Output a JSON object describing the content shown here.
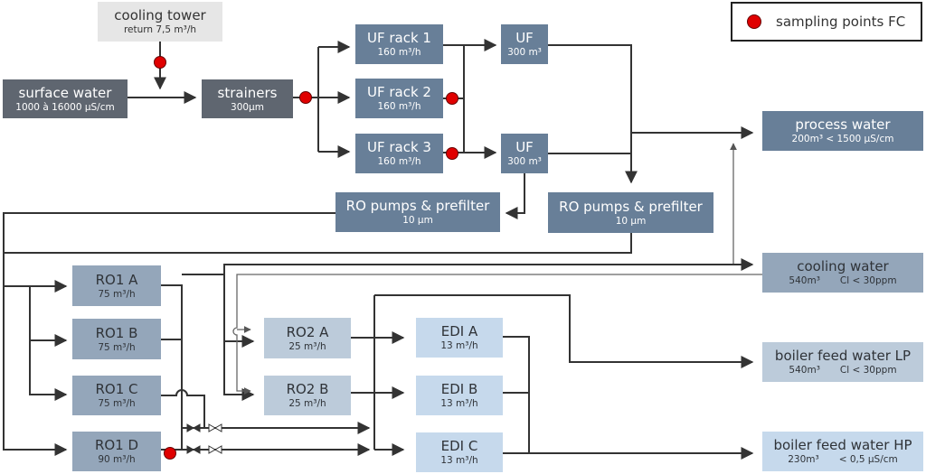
{
  "legend": {
    "label": "sampling points FC",
    "marker_color": "#e00000"
  },
  "colors": {
    "line": "#333333",
    "sample_point": "#e00000"
  },
  "nodes": {
    "cooling_tower": {
      "title": "cooling tower",
      "sub": "return 7,5 m³/h"
    },
    "surface_water": {
      "title": "surface water",
      "sub": "1000 à 16000 µS/cm"
    },
    "strainers": {
      "title": "strainers",
      "sub": "300µm"
    },
    "uf_rack_1": {
      "title": "UF rack 1",
      "sub": "160 m³/h"
    },
    "uf_rack_2": {
      "title": "UF rack 2",
      "sub": "160 m³/h"
    },
    "uf_rack_3": {
      "title": "UF rack 3",
      "sub": "160 m³/h"
    },
    "uf_tank_1": {
      "title": "UF",
      "sub": "300 m³"
    },
    "uf_tank_2": {
      "title": "UF",
      "sub": "300 m³"
    },
    "ro_pumps_1": {
      "title": "RO pumps & prefilter",
      "sub": "10 µm"
    },
    "ro_pumps_2": {
      "title": "RO pumps & prefilter",
      "sub": "10 µm"
    },
    "process_water": {
      "title": "process water",
      "sub": "200m³ < 1500 µS/cm"
    },
    "cooling_water": {
      "title": "cooling water",
      "sub_a": "540m³",
      "sub_b": "Cl < 30ppm"
    },
    "ro1_a": {
      "title": "RO1 A",
      "sub": "75 m³/h"
    },
    "ro1_b": {
      "title": "RO1 B",
      "sub": "75 m³/h"
    },
    "ro1_c": {
      "title": "RO1 C",
      "sub": "75 m³/h"
    },
    "ro1_d": {
      "title": "RO1 D",
      "sub": "90 m³/h"
    },
    "ro2_a": {
      "title": "RO2 A",
      "sub": "25 m³/h"
    },
    "ro2_b": {
      "title": "RO2 B",
      "sub": "25 m³/h"
    },
    "edi_a": {
      "title": "EDI A",
      "sub": "13 m³/h"
    },
    "edi_b": {
      "title": "EDI B",
      "sub": "13 m³/h"
    },
    "edi_c": {
      "title": "EDI C",
      "sub": "13 m³/h"
    },
    "bfw_lp": {
      "title": "boiler feed water LP",
      "sub_a": "540m³",
      "sub_b": "Cl < 30ppm"
    },
    "bfw_hp": {
      "title": "boiler feed water HP",
      "sub_a": "230m³",
      "sub_b": "< 0,5 µS/cm"
    }
  }
}
